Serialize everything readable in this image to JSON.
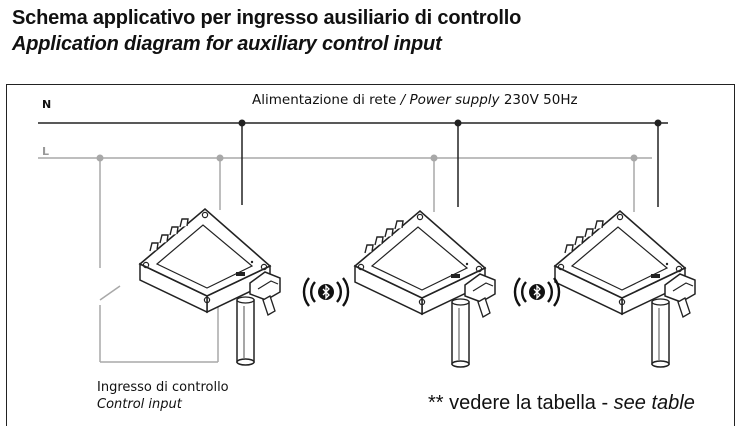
{
  "title": {
    "line1": "Schema applicativo per ingresso ausiliario di controllo",
    "line2": "Application diagram for auxiliary control input"
  },
  "wires": {
    "neutral": "N",
    "live": "L"
  },
  "power_supply": {
    "label_it": "Alimentazione di rete",
    "separator": " / ",
    "label_en": "Power supply",
    "rating": "230V 50Hz"
  },
  "control_input": {
    "label_it": "Ingresso di controllo",
    "label_en": "Control input"
  },
  "note": {
    "prefix": "** vedere la tabella - ",
    "suffix": "see table"
  },
  "icons": {
    "wireless": "bluetooth-wireless-icon",
    "device": "control-module-device"
  },
  "colors": {
    "neutral_wire": "#222222",
    "live_wire": "#a8a8a8",
    "text": "#111111"
  },
  "devices": [
    {
      "name": "device-1"
    },
    {
      "name": "device-2"
    },
    {
      "name": "device-3"
    }
  ]
}
